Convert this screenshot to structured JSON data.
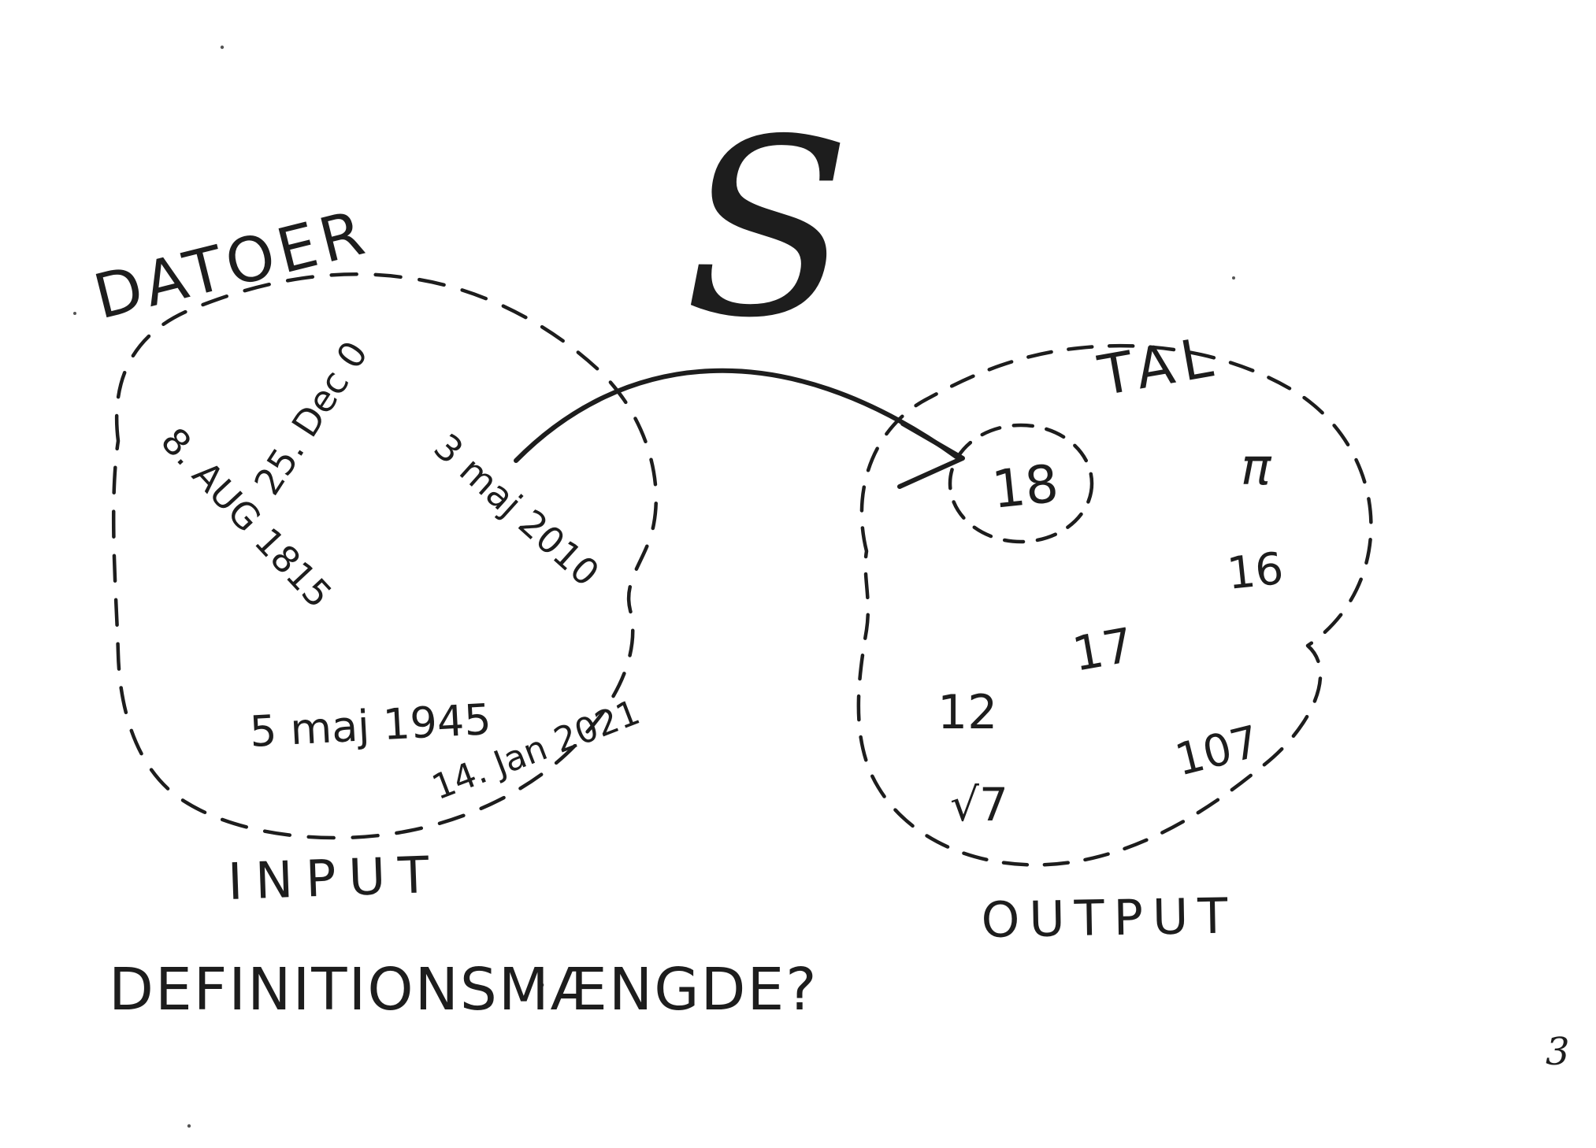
{
  "theme": {
    "ink_color": "#1d1d1d",
    "paper_color": "#ffffff"
  },
  "page": {
    "page_number": "3"
  },
  "diagram": {
    "function_name": "S",
    "input_set": {
      "set_label": "DATOER",
      "elements": [
        "25. Dec 0",
        "8. AUG 1815",
        "3 maj 2010",
        "5 maj 1945",
        "14. Jan 2021"
      ],
      "caption": "INPUT",
      "question_label": "DEFINITIONSMÆNGDE?"
    },
    "output_set": {
      "set_label": "TAL",
      "mapped_value": "18",
      "elements": [
        "π",
        "16",
        "17",
        "12",
        "√7",
        "107"
      ],
      "caption": "OUTPUT"
    }
  }
}
